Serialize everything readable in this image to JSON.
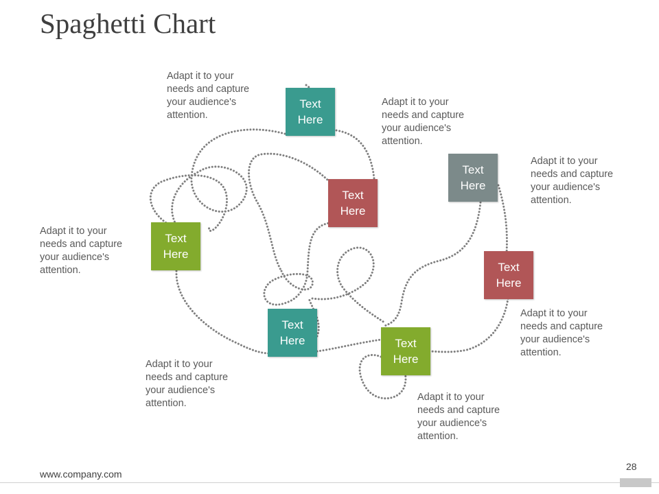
{
  "title": "Spaghetti Chart",
  "colors": {
    "teal": "#3a9b8f",
    "red": "#b15657",
    "green": "#83ab2d",
    "gray": "#7c8a8a",
    "path": "#7f7f7f"
  },
  "nodes": [
    {
      "id": "top",
      "label": "Text\nHere",
      "color": "#3a9b8f"
    },
    {
      "id": "center",
      "label": "Text\nHere",
      "color": "#b15657"
    },
    {
      "id": "right-upper",
      "label": "Text\nHere",
      "color": "#7c8a8a"
    },
    {
      "id": "left",
      "label": "Text\nHere",
      "color": "#83ab2d"
    },
    {
      "id": "right",
      "label": "Text\nHere",
      "color": "#b15657"
    },
    {
      "id": "bottom",
      "label": "Text\nHere",
      "color": "#3a9b8f"
    },
    {
      "id": "bottom-right",
      "label": "Text\nHere",
      "color": "#83ab2d"
    }
  ],
  "notes": [
    "Adapt it to your needs and capture your audience's attention.",
    "Adapt it to your needs and capture your audience's attention.",
    "Adapt it to your needs and capture your audience's attention.",
    "Adapt it to your needs and capture your audience's attention.",
    "Adapt it to your needs and capture your audience's attention.",
    "Adapt it to your needs and capture your audience's attention.",
    "Adapt it to your needs and capture your audience's attention."
  ],
  "footer": {
    "url": "www.company.com",
    "page": "28"
  }
}
